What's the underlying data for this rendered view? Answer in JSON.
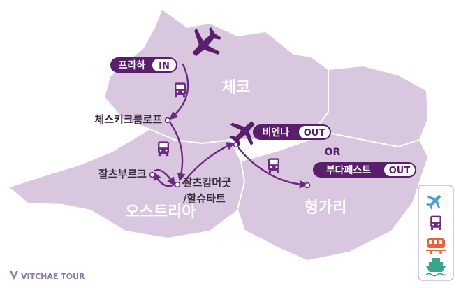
{
  "colors": {
    "map_fill": "#d9c6df",
    "border_line": "#ffffff",
    "route": "#6b2a80",
    "pill_dark": "#5a1f6b",
    "legend_flight": "#4aa0d8",
    "legend_bus": "#6b2a80",
    "legend_train": "#e8623a",
    "legend_ship": "#3aa58a",
    "logo": "#8e7aa8"
  },
  "map": {
    "countries": [
      {
        "label": "체코"
      },
      {
        "label": "오스트리아"
      },
      {
        "label": "헝가리"
      }
    ],
    "cities": [
      {
        "label": "체스키크룸로프"
      },
      {
        "label": "잘츠부르크"
      },
      {
        "label": "잘츠캄머굿"
      },
      {
        "label": "/할슈타트"
      }
    ],
    "gateways": [
      {
        "city": "프라하",
        "tag": "IN"
      },
      {
        "city": "비엔나",
        "tag": "OUT"
      },
      {
        "city": "부다페스트",
        "tag": "OUT"
      }
    ],
    "or_label": "OR",
    "icons": [
      "airplane-icon",
      "bus-icon",
      "bus-icon",
      "bus-icon",
      "airplane-icon"
    ]
  },
  "legend": {
    "items": [
      {
        "icon": "airplane-icon"
      },
      {
        "icon": "bus-icon"
      },
      {
        "icon": "train-icon"
      },
      {
        "icon": "ship-icon"
      }
    ]
  },
  "logo": {
    "text": "VITCHAE TOUR"
  }
}
